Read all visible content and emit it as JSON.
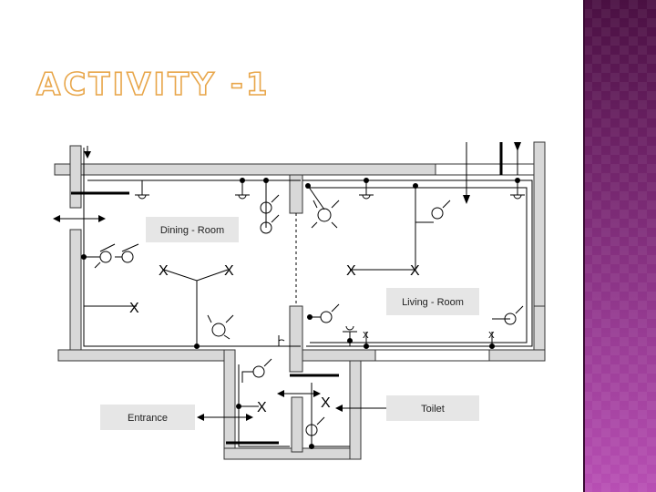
{
  "slide": {
    "title": "Activity -1"
  },
  "diagram": {
    "labels": {
      "dining_room": "Dining - Room",
      "living_room": "Living - Room",
      "entrance": "Entrance",
      "toilet": "Toilet"
    },
    "fixture_mark": "X"
  }
}
